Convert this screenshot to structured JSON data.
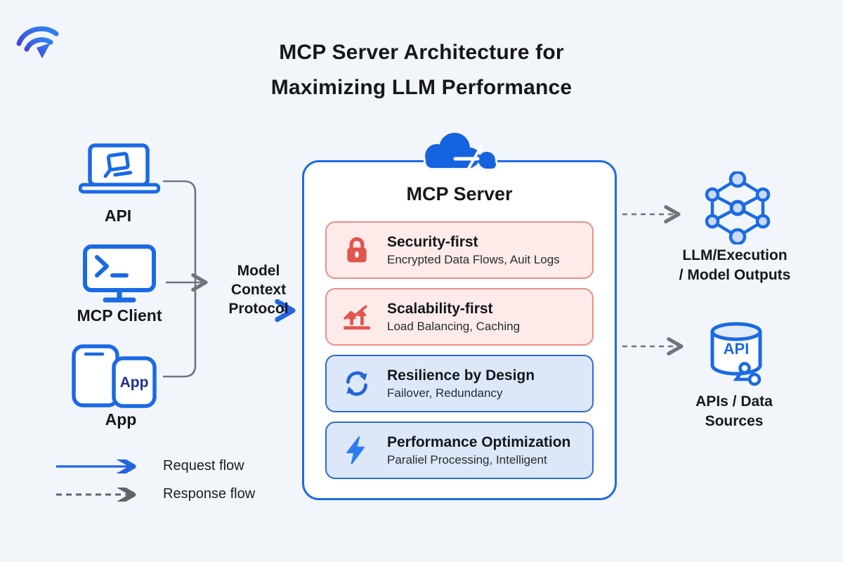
{
  "page": {
    "title_line1": "MCP Server Architecture for",
    "title_line2": "Maximizing LLM Performance",
    "background": "#f2f6fa",
    "accent_blue": "#1a6ae4",
    "accent_red": "#e2544c",
    "connector_gray": "#6e757e"
  },
  "logo": {
    "icon": "wifi-arrow-logo-icon"
  },
  "clients": [
    {
      "label": "API",
      "icon": "laptop-terminal-icon"
    },
    {
      "label": "MCP Client",
      "icon": "monitor-terminal-icon"
    },
    {
      "label": "App",
      "icon": "dual-phones-icon",
      "icon_text": "App"
    }
  ],
  "protocol": {
    "line1": "Model",
    "line2": "Context",
    "line3": "Protocol"
  },
  "server": {
    "title": "MCP Server",
    "icon": "cloud-icon",
    "cards": [
      {
        "title": "Security-first",
        "subtitle": "Encrypted Data Flows, Auit Logs",
        "icon": "lock-icon",
        "theme": "red"
      },
      {
        "title": "Scalability-first",
        "subtitle": "Load Balancing, Caching",
        "icon": "growth-arrows-icon",
        "theme": "red"
      },
      {
        "title": "Resilience by Design",
        "subtitle": "Failover, Redundancy",
        "icon": "sync-icon",
        "theme": "blue"
      },
      {
        "title": "Performance Optimization",
        "subtitle": "Paraliel Processing, Intelligent",
        "icon": "lightning-icon",
        "theme": "blue"
      }
    ]
  },
  "outputs": [
    {
      "line1": "LLM/Execution",
      "line2": "/ Model Outputs",
      "icon": "neural-network-icon"
    },
    {
      "line1": "APIs / Data",
      "line2": "Sources",
      "icon": "database-api-icon",
      "icon_text": "API"
    }
  ],
  "legend": [
    {
      "label": "Request flow",
      "style": "solid-blue-arrow"
    },
    {
      "label": "Response flow",
      "style": "dashed-gray-arrow"
    }
  ]
}
